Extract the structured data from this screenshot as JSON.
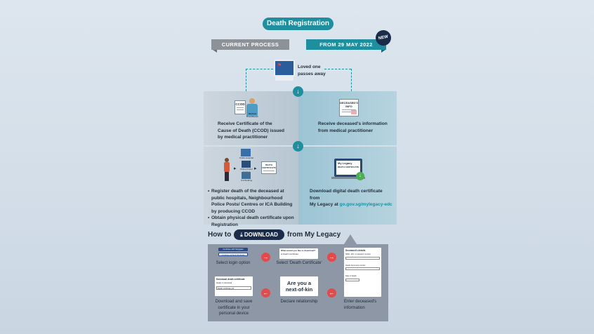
{
  "title": "Death Registration",
  "headers": {
    "current": "CURRENT PROCESS",
    "new": "FROM 29 MAY 2022",
    "new_badge": "NEW"
  },
  "start": {
    "text": "Loved one passes away"
  },
  "row1": {
    "current": "Receive Certificate of the Cause of Death (CCOD) issued by medical practitioner",
    "new": "Receive deceased's information from medical practitioner",
    "ccod_label": "CCOD",
    "medical_label": "Medical Practitioner",
    "deceased_label": "DECEASED'S INFO"
  },
  "row2": {
    "current_bullets": [
      "Register death of the deceased at public hospitals, Neighbourhood Police Posts/ Centres or ICA Building by producing CCOD",
      "Obtain physical death certificate upon Registration"
    ],
    "places": [
      "Public Hospital",
      "Police Posts/ Centres",
      "ICA Building"
    ],
    "death_cert_label": "DEATH CERTIFICATE",
    "new_text": "Download digital death certificate from",
    "new_text_bold": "My Legacy",
    "new_text_at": "at",
    "new_link": "go.gov.sg/mylegacy-edc",
    "mylegacy_label": "My Legacy",
    "digital_cert_label": "DEATH CERTIFICATE"
  },
  "howto": {
    "prefix": "How to",
    "download": "DOWNLOAD",
    "suffix": "from My Legacy",
    "steps": [
      "Select login option",
      "Select 'Death Certificate'",
      "Enter deceased's information",
      "Declare relationship",
      "Download and save certificate in your personal device"
    ],
    "card1": {
      "btn1": "Continue with Singpass",
      "btn2": "Continue without Singpass"
    },
    "card2": {
      "q": "What would you like to download?",
      "opt": "Death Certificate"
    },
    "card3": {
      "title": "Deceased's details",
      "f1": "NRIC, FIN, or passport number",
      "f2": "Death document number",
      "f3": "Date of death"
    },
    "card4": {
      "q": "Are you a next-of-kin"
    },
    "card5": {
      "title": "Download death certificate",
      "sub": "Ready to download",
      "file": "Death certificate.pdf"
    }
  },
  "colors": {
    "teal": "#1f8e9e",
    "navy": "#1b2b4a",
    "red": "#e24b4b",
    "grey": "#8c9297"
  }
}
